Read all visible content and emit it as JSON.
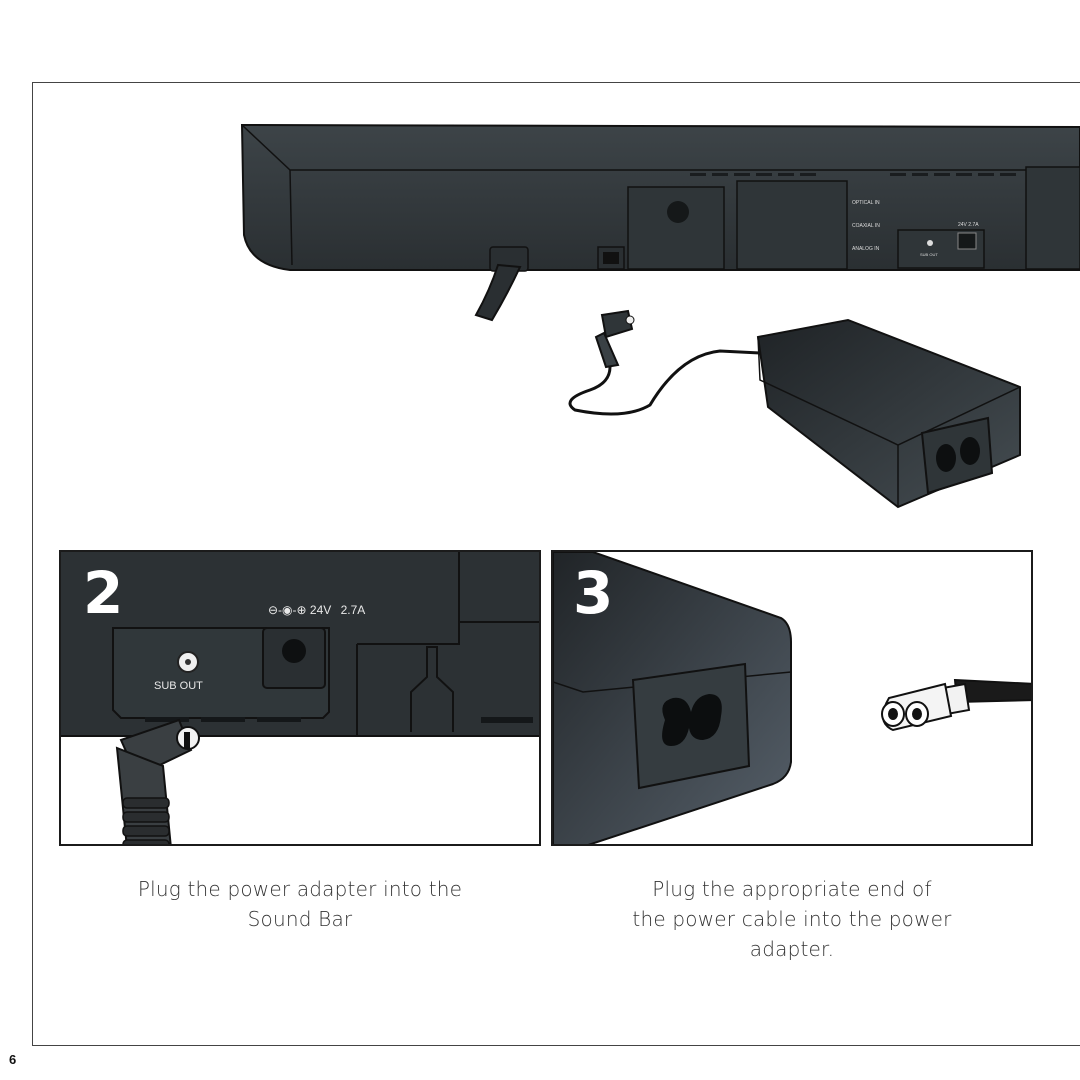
{
  "hero": {
    "port_labels": [
      "OPTICAL IN",
      "COAXIAL IN",
      "ANALOG IN"
    ],
    "sub_out_small": "SUB OUT",
    "power_small": "24V 2.7A"
  },
  "panel2": {
    "step": "2",
    "voltage_symbol": "⊖-◉-⊕",
    "voltage_label": "24V",
    "current_label": "2.7A",
    "sub_out_label": "SUB OUT"
  },
  "panel3": {
    "step": "3"
  },
  "captions": {
    "step2_line1": "Plug the power adapter into the",
    "step2_line2": "Sound Bar",
    "step3_line1": "Plug the appropriate end of",
    "step3_line2": "the power cable into the power",
    "step3_line3": "adapter."
  },
  "page": {
    "number": "6"
  },
  "colors": {
    "device_dark": "#2c3134",
    "device_mid": "#3b4246",
    "outline": "#111111",
    "caption_text": "#333333"
  }
}
